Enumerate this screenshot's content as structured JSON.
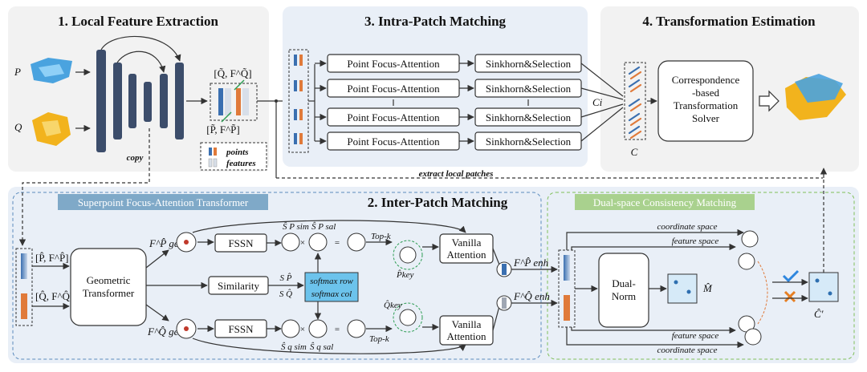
{
  "sections": {
    "local": {
      "title": "1. Local Feature Extraction"
    },
    "intra": {
      "title": "3. Intra-Patch Matching"
    },
    "transform": {
      "title": "4. Transformation Estimation"
    },
    "inter": {
      "title": "2. Inter-Patch Matching"
    }
  },
  "local": {
    "p_label": "P",
    "q_label": "Q",
    "copy_label": "copy",
    "q_feature": "[Q̃, F^Q̃]",
    "p_feature": "[P̃, F^P̃]",
    "legend_points": "points",
    "legend_features": "features"
  },
  "intra": {
    "rows": [
      {
        "attention": "Point Focus-Attention",
        "sinkhorn": "Sinkhorn&Selection"
      },
      {
        "attention": "Point Focus-Attention",
        "sinkhorn": "Sinkhorn&Selection"
      },
      {
        "attention": "Point Focus-Attention",
        "sinkhorn": "Sinkhorn&Selection"
      },
      {
        "attention": "Point Focus-Attention",
        "sinkhorn": "Sinkhorn&Selection"
      }
    ],
    "ci_label": "Ci",
    "extract_label": "extract local patches"
  },
  "transform": {
    "solver_lines": [
      "Correspondence",
      "-based",
      "Transformation",
      "Solver"
    ],
    "c_label": "C"
  },
  "inter": {
    "sfat_banner": "Superpoint Focus-Attention Transformer",
    "dscm_banner": "Dual-space Consistency Matching",
    "p_input": "[P̂, F^P̂]",
    "q_input": "[Q̂, F^Q̂]",
    "geometric": [
      "Geometric",
      "Transformer"
    ],
    "fgeo_p": "F^P̂ geo",
    "fgeo_q": "F^Q̂ geo",
    "fssn": "FSSN",
    "similarity": "Similarity",
    "softmax_row": "softmax row",
    "softmax_col": "softmax col",
    "s_p": "S P̂",
    "s_q": "S Q̂",
    "ssim_p": "Ŝ P sim",
    "ssal_p": "Ŝ P sal",
    "ssim_q": "Ŝ q sim",
    "ssal_q": "Ŝ q sal",
    "topk": "Top-k",
    "p_key": "P̂key",
    "q_key": "Q̂key",
    "vanilla": [
      "Vanilla",
      "Attention"
    ],
    "fenh_p": "F^P̂ enh",
    "fenh_q": "F^Q̂ enh",
    "dual_norm": [
      "Dual-",
      "Norm"
    ],
    "m_hat": "M̂",
    "c_prime": "Ĉ′",
    "coord_space": "coordinate space",
    "feat_space": "feature space"
  },
  "colors": {
    "panel_gray": "#f2f2f2",
    "panel_blue": "#e9eff7",
    "banner_blue": "#7fa9c8",
    "banner_green": "#a9d18e",
    "point_blue": "#4aa3df",
    "point_orange": "#f2b31d",
    "bar_navy": "#3c4d6b"
  }
}
